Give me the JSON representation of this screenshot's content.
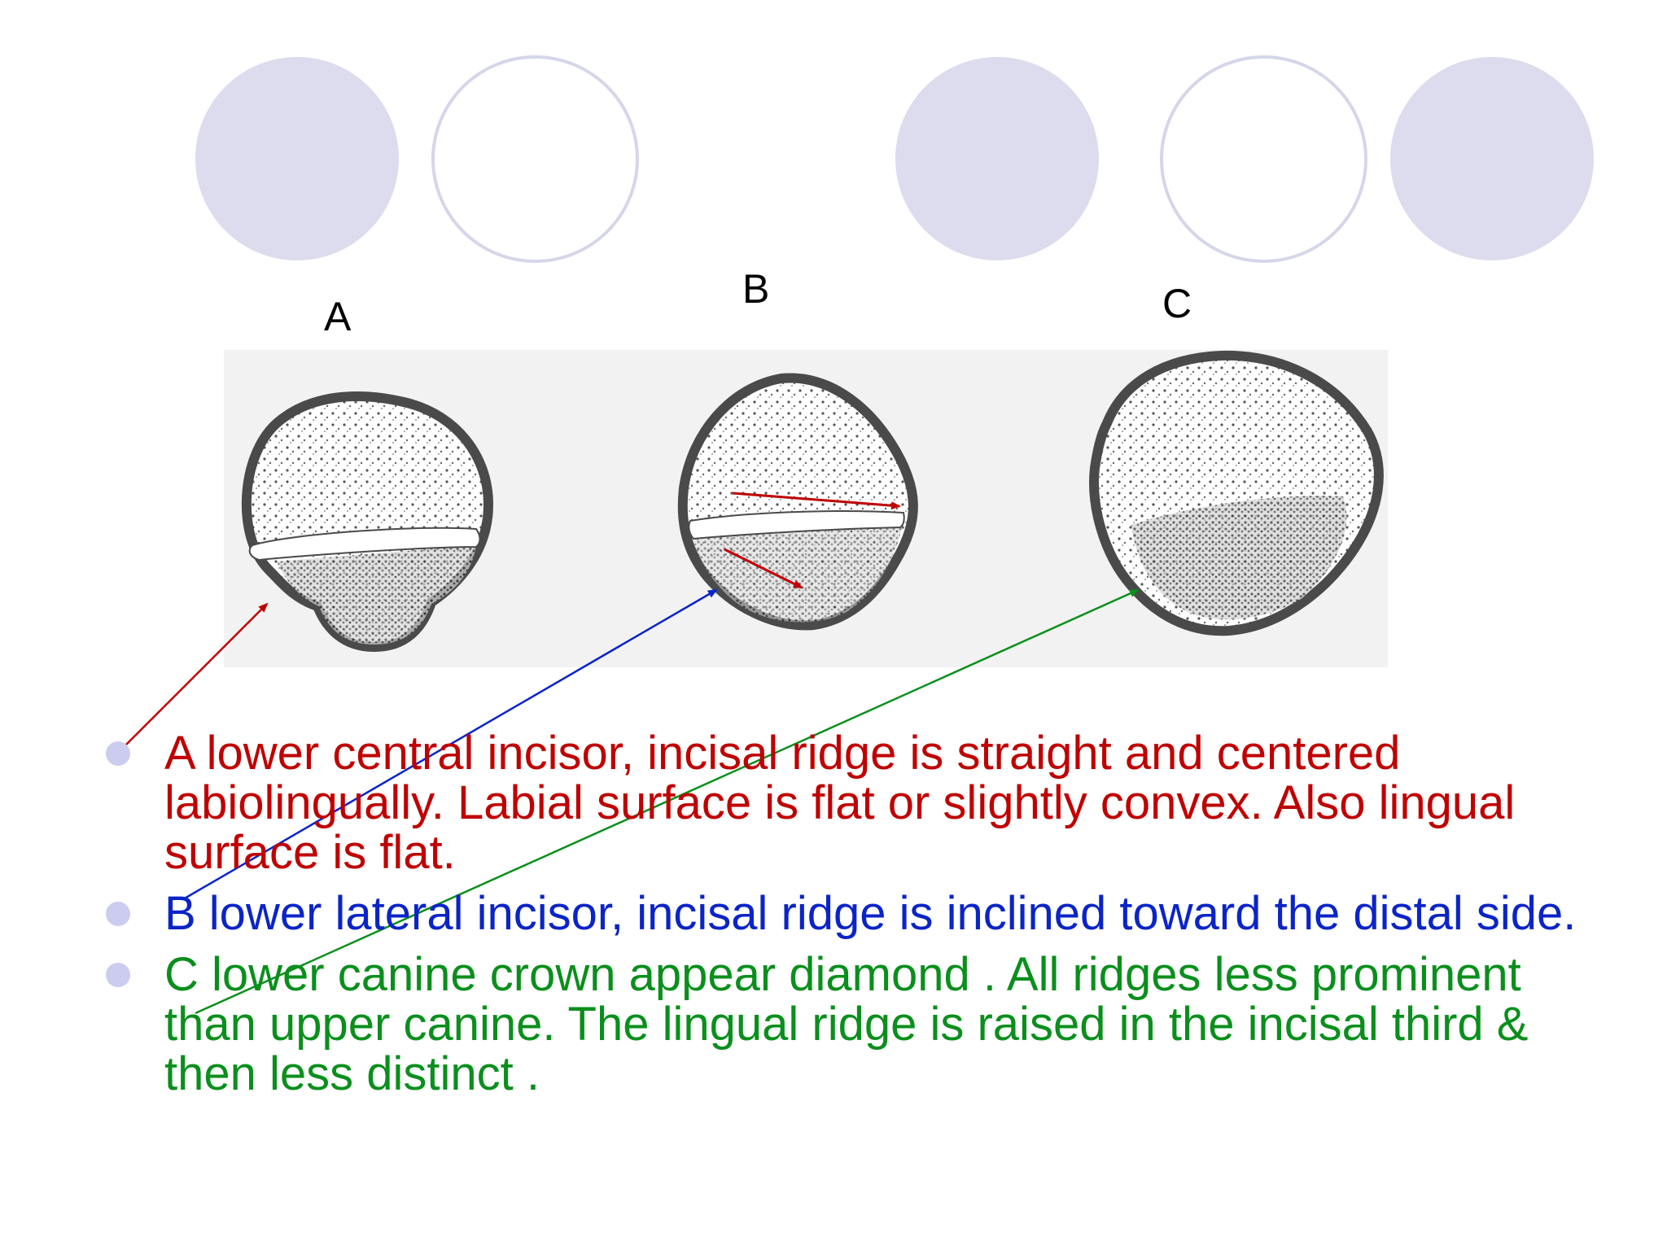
{
  "colors": {
    "deco_fill": "#dcdcee",
    "deco_outline": "#d6d6ea",
    "bullet_dot": "#ccccf0",
    "tooth_outline": "#4a4a4a",
    "panel_bg": "#f2f2f2",
    "red": "#c00000",
    "blue": "#0b24c8",
    "green": "#0a8f1c"
  },
  "figure": {
    "labels": {
      "a": "A",
      "b": "B",
      "c": "C"
    }
  },
  "bullets": [
    {
      "text": "A lower central incisor,  incisal ridge is straight and centered labiolingually. Labial surface is flat or slightly convex. Also lingual surface is flat.",
      "color": "#c00000"
    },
    {
      "text": "B lower lateral incisor,  incisal ridge is inclined toward the distal side.",
      "color": "#0b24c8"
    },
    {
      "text": "C lower canine crown appear diamond . All ridges less prominent than upper canine. The lingual ridge is raised in the incisal third & then less distinct .",
      "color": "#0a8f1c"
    }
  ]
}
